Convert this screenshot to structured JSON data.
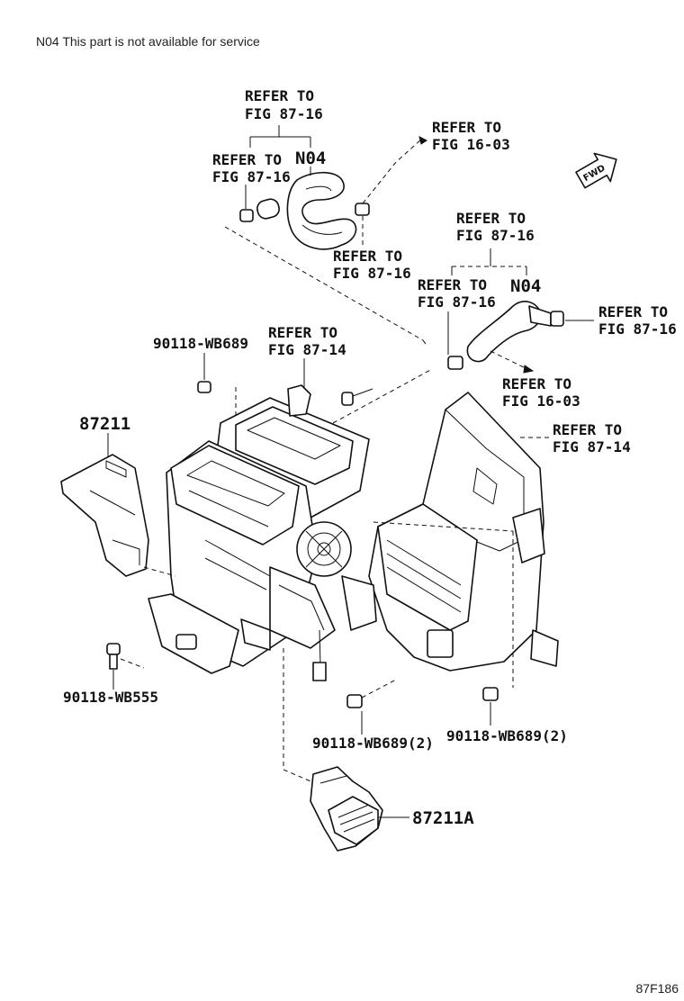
{
  "header_note": "N04 This part is not available for service",
  "figure_id": "87F186",
  "fwd_label": "FWD",
  "labels": {
    "refer_top_a": [
      "REFER TO",
      "FIG 87-16"
    ],
    "refer_top_left": [
      "REFER TO",
      "FIG 87-16"
    ],
    "n04_top": "N04",
    "refer_top_right": [
      "REFER TO",
      "FIG 16-03"
    ],
    "refer_top_mid": [
      "REFER TO",
      "FIG 87-16"
    ],
    "refer_right_a": [
      "REFER TO",
      "FIG 87-16"
    ],
    "refer_right_left": [
      "REFER TO",
      "FIG 87-16"
    ],
    "n04_right": "N04",
    "refer_far_right": [
      "REFER TO",
      "FIG 87-16"
    ],
    "refer_right_1603": [
      "REFER TO",
      "FIG 16-03"
    ],
    "refer_right_8714": [
      "REFER TO",
      "FIG 87-14"
    ],
    "refer_center_8714": [
      "REFER TO",
      "FIG 87-14"
    ],
    "bolt_top": "90118-WB689",
    "part_87211": "87211",
    "bolt_left": "90118-WB555",
    "bolt_mid": "90118-WB689(2)",
    "bolt_right": "90118-WB689(2)",
    "part_87211a": "87211A"
  }
}
